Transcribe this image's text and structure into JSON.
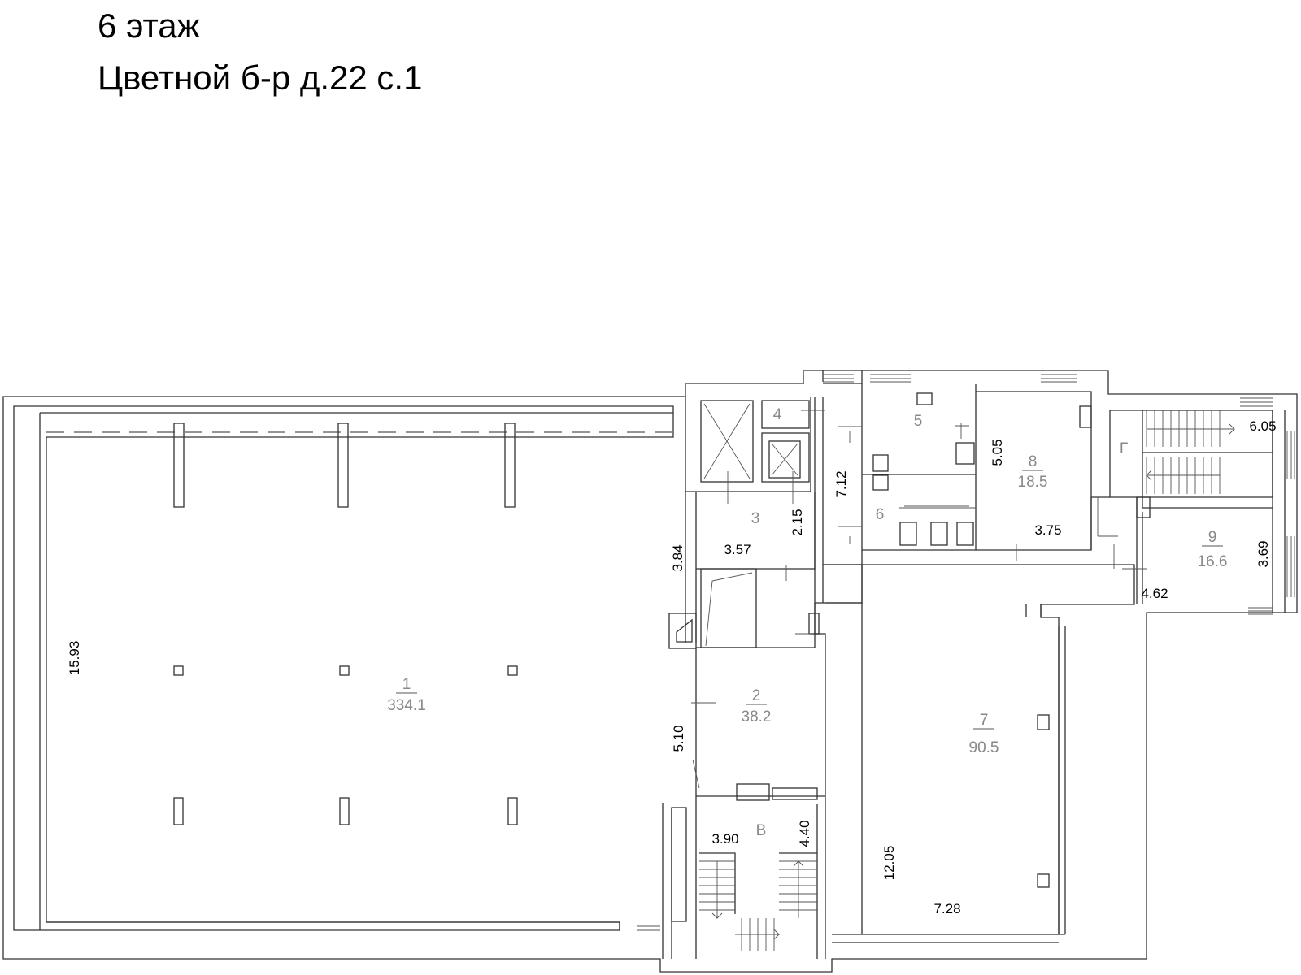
{
  "title": {
    "floor": "6 этаж",
    "address": "Цветной б-р д.22 с.1"
  },
  "rooms": [
    {
      "id": "1",
      "number": "1",
      "area": "334.1"
    },
    {
      "id": "2",
      "number": "2",
      "area": "38.2"
    },
    {
      "id": "3",
      "number": "3",
      "area": ""
    },
    {
      "id": "4",
      "number": "4",
      "area": ""
    },
    {
      "id": "5",
      "number": "5",
      "area": ""
    },
    {
      "id": "6",
      "number": "6",
      "area": ""
    },
    {
      "id": "7",
      "number": "7",
      "area": "90.5"
    },
    {
      "id": "8",
      "number": "8",
      "area": "18.5"
    },
    {
      "id": "9",
      "number": "9",
      "area": "16.6"
    },
    {
      "id": "V",
      "number": "В",
      "area": ""
    },
    {
      "id": "G",
      "number": "Г",
      "area": ""
    }
  ],
  "dimensions": {
    "d1": "15.93",
    "d2": "3.84",
    "d3": "3.57",
    "d4": "2.15",
    "d5": "7.12",
    "d6": "5.10",
    "d7": "3.90",
    "d8": "4.40",
    "d9": "12.05",
    "d10": "7.28",
    "d11": "5.05",
    "d12": "3.75",
    "d13": "6.05",
    "d14": "3.69",
    "d15": "4.62"
  }
}
